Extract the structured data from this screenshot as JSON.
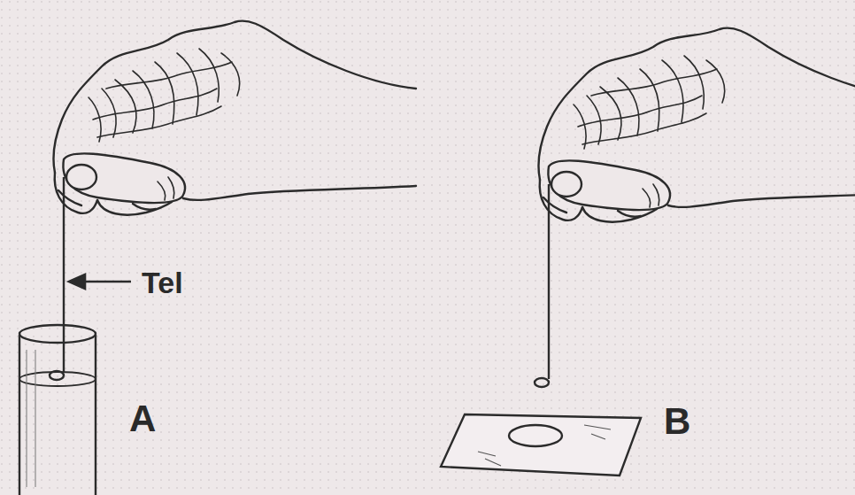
{
  "diagram": {
    "labels": [
      "Tel",
      "A",
      "B"
    ]
  }
}
